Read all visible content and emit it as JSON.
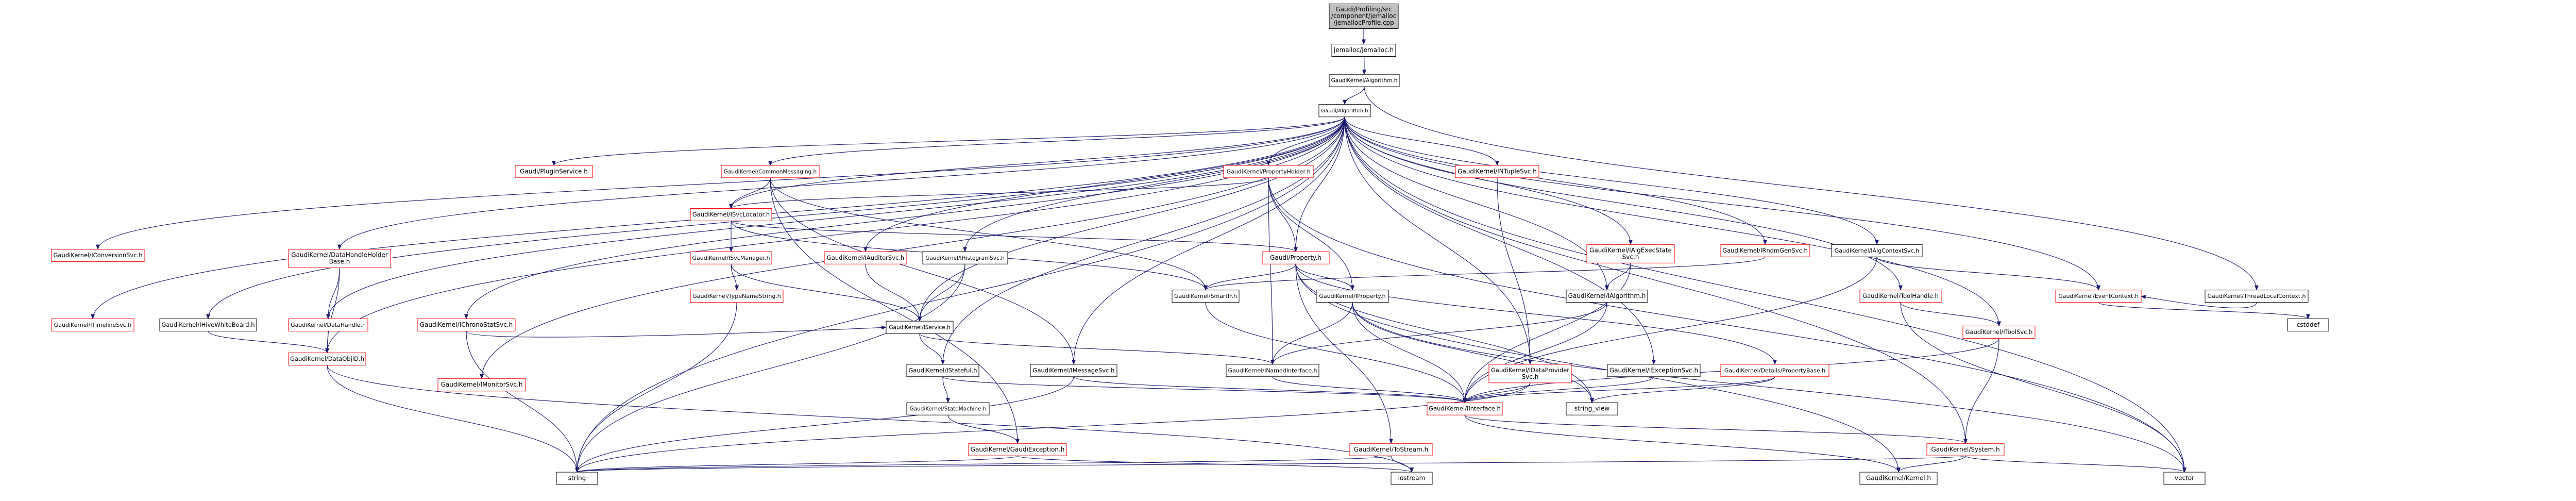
{
  "colors": {
    "node_border": "#000000",
    "node_red_border": "#ff0000",
    "node_fill": "#ffffff",
    "root_fill": "#bfbfbf",
    "edge": "#191970",
    "text": "#000000"
  },
  "nodes": [
    {
      "id": "root",
      "lines": [
        "Gaudi/Profiling/src",
        "/component/jemalloc",
        "/JemallocProfile.cpp"
      ],
      "root": true
    },
    {
      "id": "jemalloc",
      "lines": [
        "jemalloc/jemalloc.h"
      ]
    },
    {
      "id": "gk_algorithm",
      "lines": [
        "GaudiKernel/Algorithm.h"
      ]
    },
    {
      "id": "gaudi_algorithm",
      "lines": [
        "Gaudi/Algorithm.h"
      ]
    },
    {
      "id": "iconversionsvc",
      "lines": [
        "GaudiKernel/IConversionSvc.h"
      ],
      "red": true
    },
    {
      "id": "itimelinesvc",
      "lines": [
        "GaudiKernel/ITimelineSvc.h"
      ],
      "red": true
    },
    {
      "id": "ihivewhiteboard",
      "lines": [
        "GaudiKernel/IHiveWhiteBoard.h"
      ]
    },
    {
      "id": "datahandleholder",
      "lines": [
        "GaudiKernel/DataHandleHolder",
        "Base.h"
      ],
      "red": true
    },
    {
      "id": "datahandle",
      "lines": [
        "GaudiKernel/DataHandle.h"
      ],
      "red": true
    },
    {
      "id": "dataobjid",
      "lines": [
        "GaudiKernel/DataObjID.h"
      ],
      "red": true
    },
    {
      "id": "ichronostatsvc",
      "lines": [
        "GaudiKernel/IChronoStatSvc.h"
      ],
      "red": true
    },
    {
      "id": "pluginservice",
      "lines": [
        "Gaudi/PluginService.h"
      ],
      "red": true
    },
    {
      "id": "commonmessaging",
      "lines": [
        "GaudiKernel/CommonMessaging.h"
      ],
      "red": true
    },
    {
      "id": "isvclocator",
      "lines": [
        "GaudiKernel/ISvcLocator.h"
      ],
      "red": true
    },
    {
      "id": "isvcmanager",
      "lines": [
        "GaudiKernel/ISvcManager.h"
      ],
      "red": true
    },
    {
      "id": "typenamestring",
      "lines": [
        "GaudiKernel/TypeNameString.h"
      ],
      "red": true
    },
    {
      "id": "imonitorsvc",
      "lines": [
        "GaudiKernel/IMonitorSvc.h"
      ],
      "red": true
    },
    {
      "id": "iauditorsvc",
      "lines": [
        "GaudiKernel/IAuditorSvc.h"
      ],
      "red": true
    },
    {
      "id": "ihistogramsvc",
      "lines": [
        "GaudiKernel/IHistogramSvc.h"
      ]
    },
    {
      "id": "propertyholder",
      "lines": [
        "GaudiKernel/PropertyHolder.h"
      ],
      "red": true
    },
    {
      "id": "intuplesvc",
      "lines": [
        "GaudiKernel/INTupleSvc.h"
      ],
      "red": true
    },
    {
      "id": "iservice",
      "lines": [
        "GaudiKernel/IService.h"
      ]
    },
    {
      "id": "gaudi_property",
      "lines": [
        "Gaudi/Property.h"
      ],
      "red": true
    },
    {
      "id": "smartif",
      "lines": [
        "GaudiKernel/SmartIF.h"
      ]
    },
    {
      "id": "iproperty",
      "lines": [
        "GaudiKernel/IProperty.h"
      ]
    },
    {
      "id": "istateful",
      "lines": [
        "GaudiKernel/IStateful.h"
      ]
    },
    {
      "id": "statemachine",
      "lines": [
        "GaudiKernel/StateMachine.h"
      ]
    },
    {
      "id": "imessagesvc",
      "lines": [
        "GaudiKernel/IMessageSvc.h"
      ]
    },
    {
      "id": "inamedinterface",
      "lines": [
        "GaudiKernel/INamedInterface.h"
      ]
    },
    {
      "id": "iexceptionsvc",
      "lines": [
        "GaudiKernel/IExceptionSvc.h"
      ]
    },
    {
      "id": "idataprovidersvc",
      "lines": [
        "GaudiKernel/IDataProvider",
        "Svc.h"
      ],
      "red": true
    },
    {
      "id": "iinterface",
      "lines": [
        "GaudiKernel/IInterface.h"
      ],
      "red": true
    },
    {
      "id": "ialgexecstatesvc",
      "lines": [
        "GaudiKernel/IAlgExecState",
        "Svc.h"
      ],
      "red": true
    },
    {
      "id": "ialgorithm",
      "lines": [
        "GaudiKernel/IAlgorithm.h"
      ]
    },
    {
      "id": "irndmgensvc",
      "lines": [
        "GaudiKernel/IRndmGenSvc.h"
      ],
      "red": true
    },
    {
      "id": "ialgcontextsvc",
      "lines": [
        "GaudiKernel/IAlgContextSvc.h"
      ]
    },
    {
      "id": "toolhandle",
      "lines": [
        "GaudiKernel/ToolHandle.h"
      ],
      "red": true
    },
    {
      "id": "propertybase",
      "lines": [
        "GaudiKernel/Details/PropertyBase.h"
      ],
      "red": true
    },
    {
      "id": "itoolsvc",
      "lines": [
        "GaudiKernel/IToolSvc.h"
      ],
      "red": true
    },
    {
      "id": "eventcontext",
      "lines": [
        "GaudiKernel/EventContext.h"
      ],
      "red": true
    },
    {
      "id": "threadlocalcontext",
      "lines": [
        "GaudiKernel/ThreadLocalContext.h"
      ]
    },
    {
      "id": "gaudiexception",
      "lines": [
        "GaudiKernel/GaudiException.h"
      ],
      "red": true
    },
    {
      "id": "system",
      "lines": [
        "GaudiKernel/System.h"
      ],
      "red": true
    },
    {
      "id": "kernel",
      "lines": [
        "GaudiKernel/Kernel.h"
      ]
    },
    {
      "id": "itstream",
      "lines": [
        "GaudiKernel/ToStream.h"
      ],
      "red": true
    },
    {
      "id": "string_view",
      "lines": [
        "string_view"
      ]
    },
    {
      "id": "cstddef",
      "lines": [
        "cstddef"
      ]
    },
    {
      "id": "string",
      "lines": [
        "string"
      ]
    },
    {
      "id": "iostream",
      "lines": [
        "iostream"
      ]
    },
    {
      "id": "vector",
      "lines": [
        "vector"
      ]
    }
  ]
}
